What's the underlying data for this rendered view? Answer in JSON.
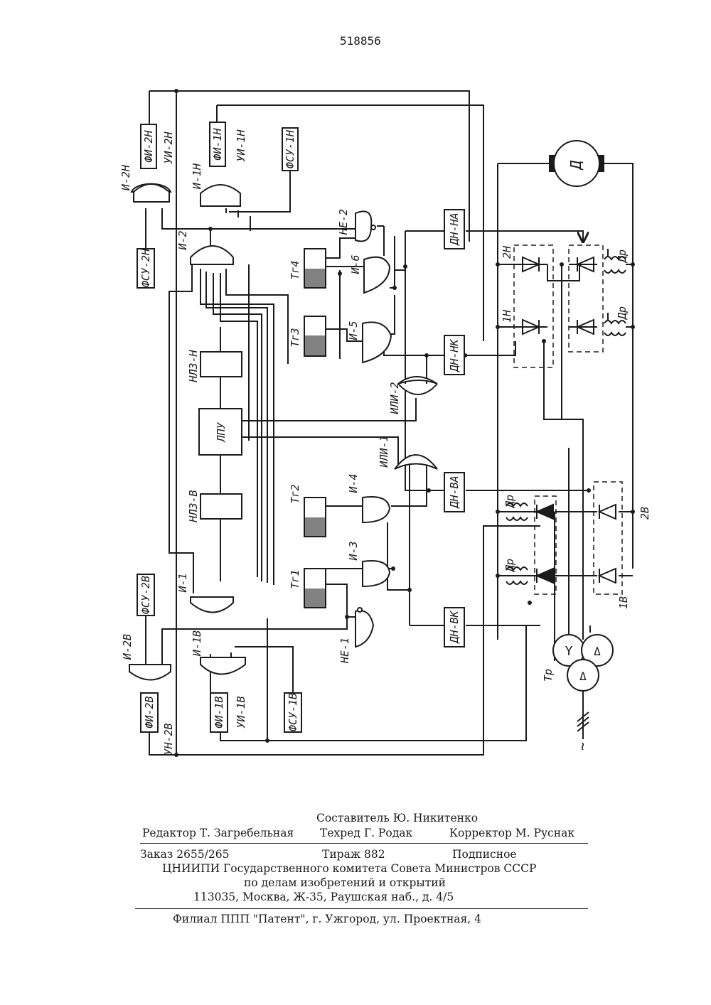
{
  "patent_number": "518856",
  "blocks": {
    "fi_2n": "ФИ-2Н",
    "ui_2n": "УИ-2Н",
    "i_2n": "И-2Н",
    "fsu_2n": "ФСУ-2Н",
    "fi_1n": "ФИ-1Н",
    "ui_1n": "УИ-1Н",
    "i_1n": "И-1Н",
    "fsu_1n": "ФСУ-1Н",
    "ne_2": "НЕ-2",
    "i_2": "И-2",
    "tg_4": "Тг4",
    "i_6": "И-6",
    "tg_3": "Тг3",
    "i_5": "И-5",
    "ili_2": "ИЛИ-2",
    "ili_1": "ИЛИ-1",
    "nlz_n": "НЛЗ-Н",
    "lpu": "ЛПУ",
    "nlz_v": "НЛЗ-В",
    "tg_2": "Тг2",
    "i_4": "И-4",
    "tg_1": "Тг1",
    "i_3": "И-3",
    "i_1": "И-1",
    "ne_1": "НЕ-1",
    "dn_na": "ДН-НА",
    "dn_nk": "ДН-НК",
    "dn_va": "ДН-ВА",
    "dn_vk": "ДН-ВК",
    "fsu_2v": "ФСУ-2В",
    "i_2v": "И-2В",
    "fi_2v": "ФИ-2В",
    "un_2v": "УН-2В",
    "i_1v": "И-1В",
    "fi_1v": "ФИ-1В",
    "ui_1v": "УИ-1В",
    "fsu_1v": "ФСУ-1В",
    "motor": "Д",
    "dr": "Др",
    "tr": "Тр",
    "group_2n": "2Н",
    "group_1n": "1Н",
    "group_2v": "2В",
    "group_1v": "1В",
    "wye": "Y",
    "delta": "Δ",
    "supply": "~"
  },
  "footer": {
    "compiler": "Составитель Ю. Никитенко",
    "editor": "Редактор Т. Загребельная",
    "techred": "Техред Г. Родак",
    "corrector": "Корректор М. Руснак",
    "order": "Заказ 2655/265",
    "circulation": "Тираж 882",
    "subscription": "Подписное",
    "org1": "ЦНИИПИ Государственного комитета Совета Министров СССР",
    "org2": "по делам изобретений и открытий",
    "address": "113035, Москва, Ж-35, Раушская наб., д. 4/5",
    "branch": "Филиал ППП \"Патент\", г. Ужгород, ул. Проектная, 4"
  }
}
